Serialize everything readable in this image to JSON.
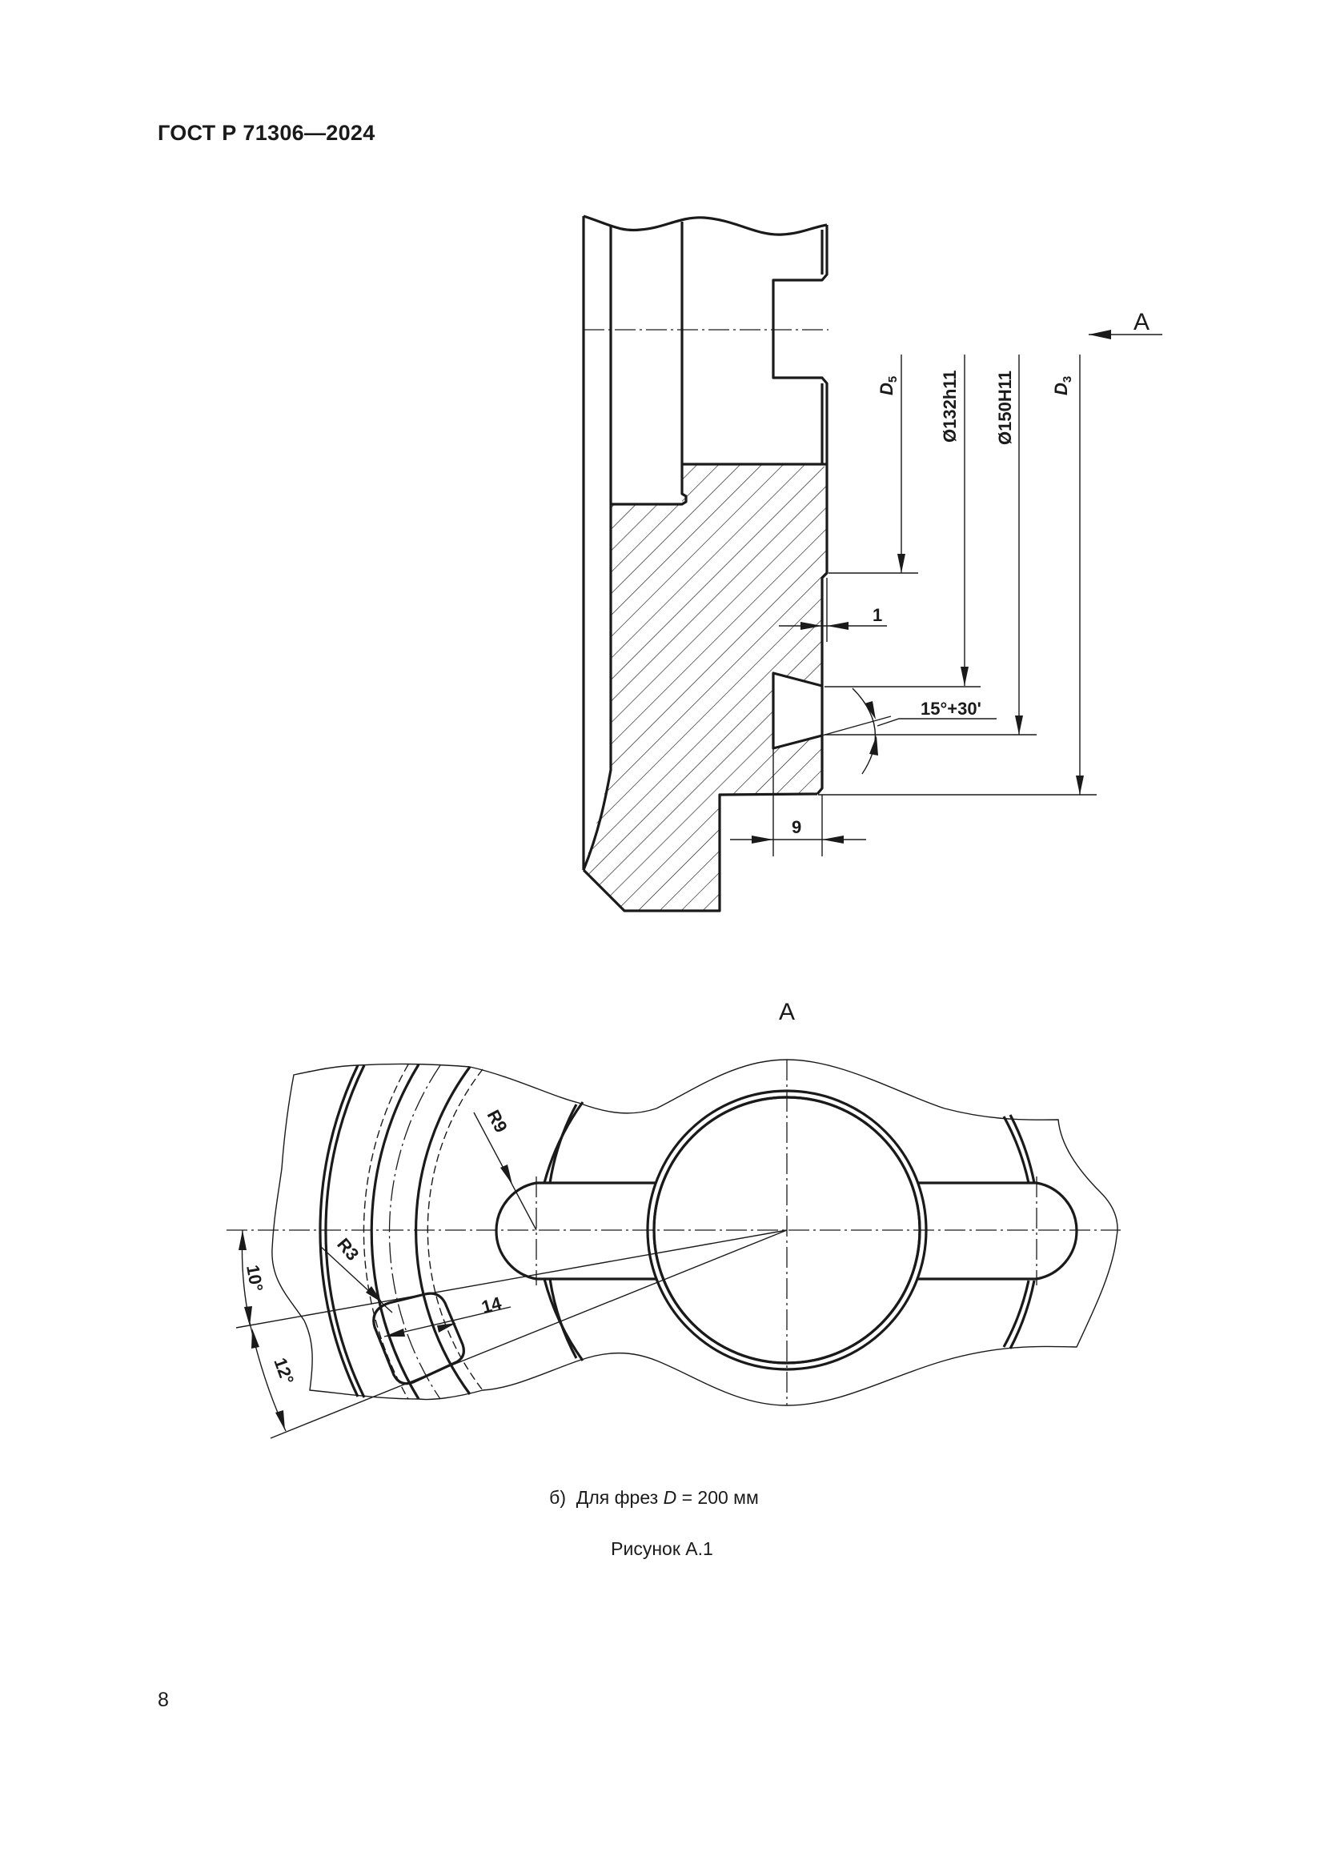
{
  "document": {
    "header": "ГОСТ Р 71306—2024",
    "page_number": "8"
  },
  "section_view": {
    "view_arrow_label": "A",
    "dimensions": {
      "d5_symbol": "D",
      "d5_sub": "5",
      "d132": "Ø132h11",
      "d150": "Ø150H11",
      "d3_symbol": "D",
      "d3_sub": "3",
      "offset_1": "1",
      "width_9": "9",
      "angle": "15°+30'"
    }
  },
  "view_a": {
    "title": "A",
    "dimensions": {
      "r9": "R9",
      "r3": "R3",
      "size_14": "14",
      "angle_10": "10°",
      "angle_12": "12°"
    }
  },
  "caption": {
    "prefix": "б)  Для фрез ",
    "variable": "D",
    "suffix": " = 200 мм",
    "figure": "Рисунок А.1"
  }
}
